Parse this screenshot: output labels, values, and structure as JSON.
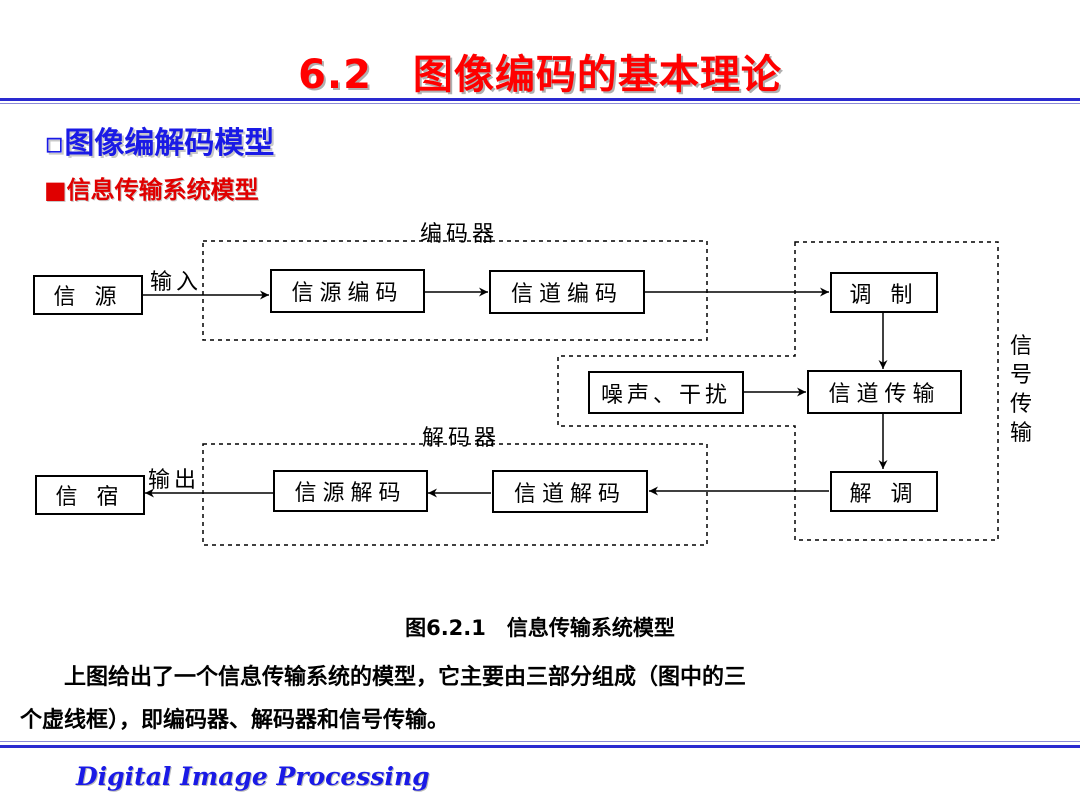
{
  "slide": {
    "title": "6.2　图像编码的基本理论",
    "heading1": "▫图像编解码模型",
    "heading2": "■信息传输系统模型",
    "caption": "图6.2.1　信息传输系统模型",
    "paragraph_line1": "　　上图给出了一个信息传输系统的模型，它主要由三部分组成（图中的三",
    "paragraph_line2": "个虚线框），即编码器、解码器和信号传输。",
    "footer": "Digital Image Processing"
  },
  "diagram": {
    "encoder_label": "编码器",
    "decoder_label": "解码器",
    "input_label": "输入",
    "output_label": "输出",
    "signal_transmission_label": "信号传输",
    "nodes": {
      "source": "信 源",
      "source_encoding": "信源编码",
      "channel_encoding": "信道编码",
      "modulation": "调 制",
      "noise": "噪声、干扰",
      "channel_transmission": "信道传输",
      "demodulation": "解 调",
      "channel_decoding": "信道解码",
      "source_decoding": "信源解码",
      "sink": "信 宿"
    }
  },
  "colors": {
    "title": "#ff0000",
    "heading1": "#1a1ae6",
    "heading2": "#e00000",
    "footer": "#1a1ae6",
    "rule": "#2a2ad0"
  }
}
